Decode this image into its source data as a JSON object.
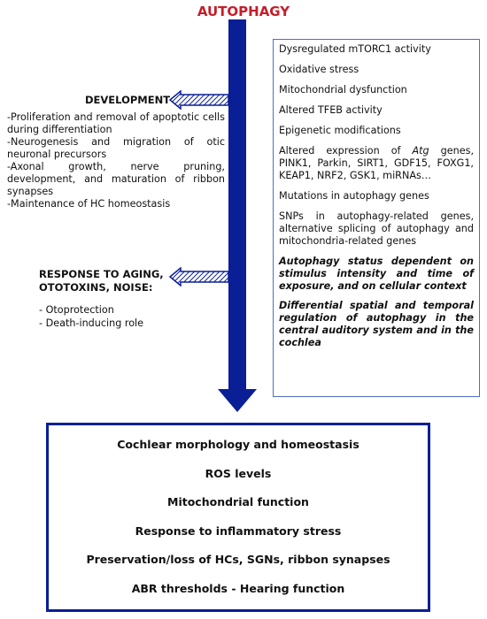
{
  "title": "AUTOPHAGY",
  "development": {
    "heading": "DEVELOPMENT",
    "items": [
      "-Proliferation and removal of apoptotic cells during differentiation",
      "-Neurogenesis and migration of otic neuronal precursors",
      "-Axonal growth, nerve pruning, development, and maturation of ribbon synapses",
      "-Maintenance of HC homeostasis"
    ]
  },
  "response": {
    "heading_line1": "RESPONSE TO AGING,",
    "heading_line2": "OTOTOXINS, NOISE:",
    "items": [
      "- Otoprotection",
      "- Death-inducing role"
    ]
  },
  "factors": {
    "items": [
      "Dysregulated mTORC1 activity",
      "Oxidative stress",
      "Mitochondrial dysfunction",
      "Altered TFEB activity",
      "Epigenetic modifications",
      "Altered expression of Atg genes, PINK1, Parkin, SIRT1, GDF15, FOXG1, KEAP1, NRF2, GSK1, miRNAs…",
      "Mutations in autophagy genes",
      "SNPs in autophagy-related genes, alternative splicing of autophagy and mitochondria-related genes"
    ],
    "notes": [
      "Autophagy status dependent on stimulus intensity and time of exposure, and on cellular context",
      "Differential spatial and temporal regulation of autophagy in the central auditory system and in the cochlea"
    ]
  },
  "outcomes": {
    "items": [
      "Cochlear morphology and homeostasis",
      "ROS levels",
      "Mitochondrial function",
      "Response to inflammatory stress",
      "Preservation/loss of HCs, SGNs, ribbon synapses",
      "ABR thresholds - Hearing function"
    ]
  },
  "colors": {
    "title": "#c41e2a",
    "arrow": "#0a1e96",
    "box_border": "#4f6fbf"
  }
}
